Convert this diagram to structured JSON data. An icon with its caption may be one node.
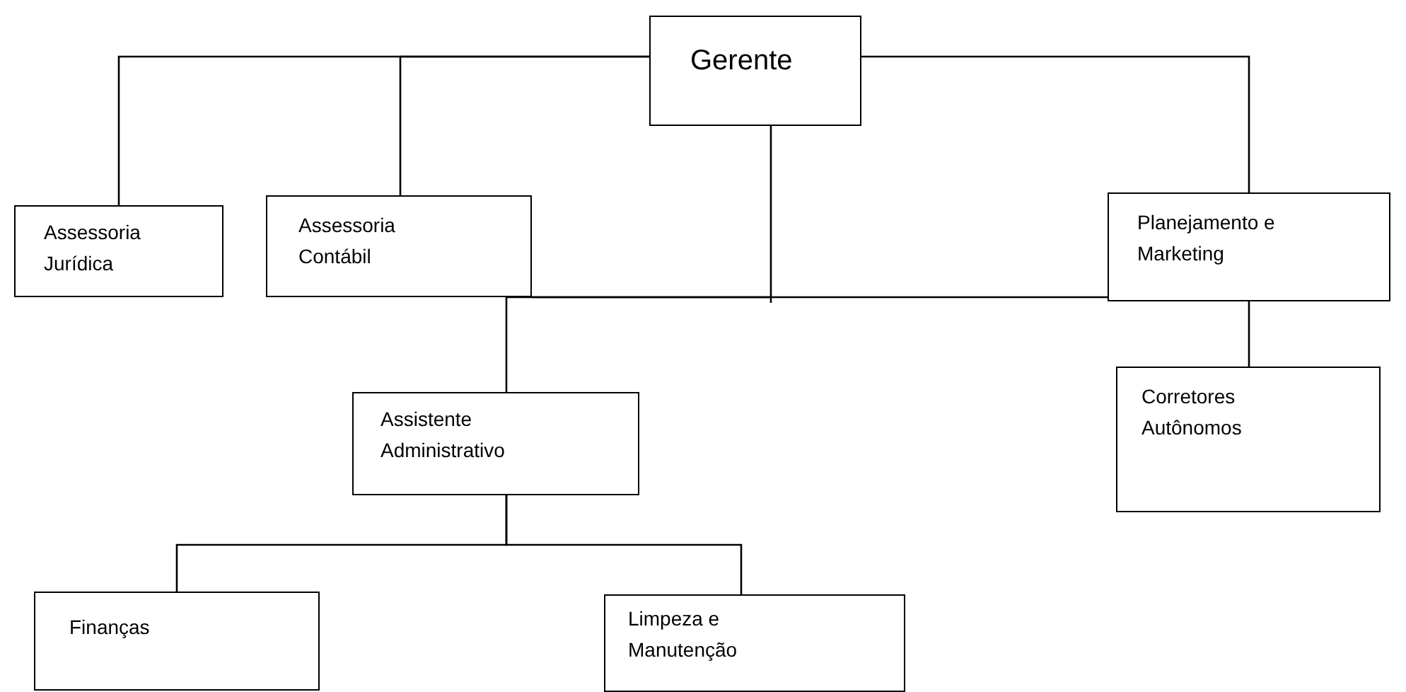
{
  "diagram": {
    "nodes": [
      {
        "text": [
          "Gerente"
        ]
      },
      {
        "text": [
          "Assessoria Jurídica"
        ]
      },
      {
        "text": [
          "Assessoria Contábil"
        ]
      },
      {
        "text": [
          "Planejamento e Marketing"
        ]
      },
      {
        "text": [
          "Assistente Administrativo"
        ]
      },
      {
        "text": [
          "Corretores Autônomos"
        ]
      },
      {
        "text": [
          "Finanças"
        ]
      },
      {
        "text": [
          "Limpeza e Manutenção"
        ]
      }
    ],
    "edges": [
      {
        "from": 0,
        "to": 1,
        "arrow": "none"
      },
      {
        "from": 0,
        "to": 2,
        "arrow": "none"
      },
      {
        "from": 0,
        "to": 3,
        "arrow": "none"
      },
      {
        "from": 0,
        "to": 4,
        "arrow": "none"
      },
      {
        "from": 3,
        "to": 5,
        "arrow": "none"
      },
      {
        "from": 4,
        "to": 6,
        "arrow": "none"
      },
      {
        "from": 4,
        "to": 7,
        "arrow": "none"
      },
      {
        "from": 2,
        "to": 3,
        "arrow": "none"
      }
    ]
  }
}
